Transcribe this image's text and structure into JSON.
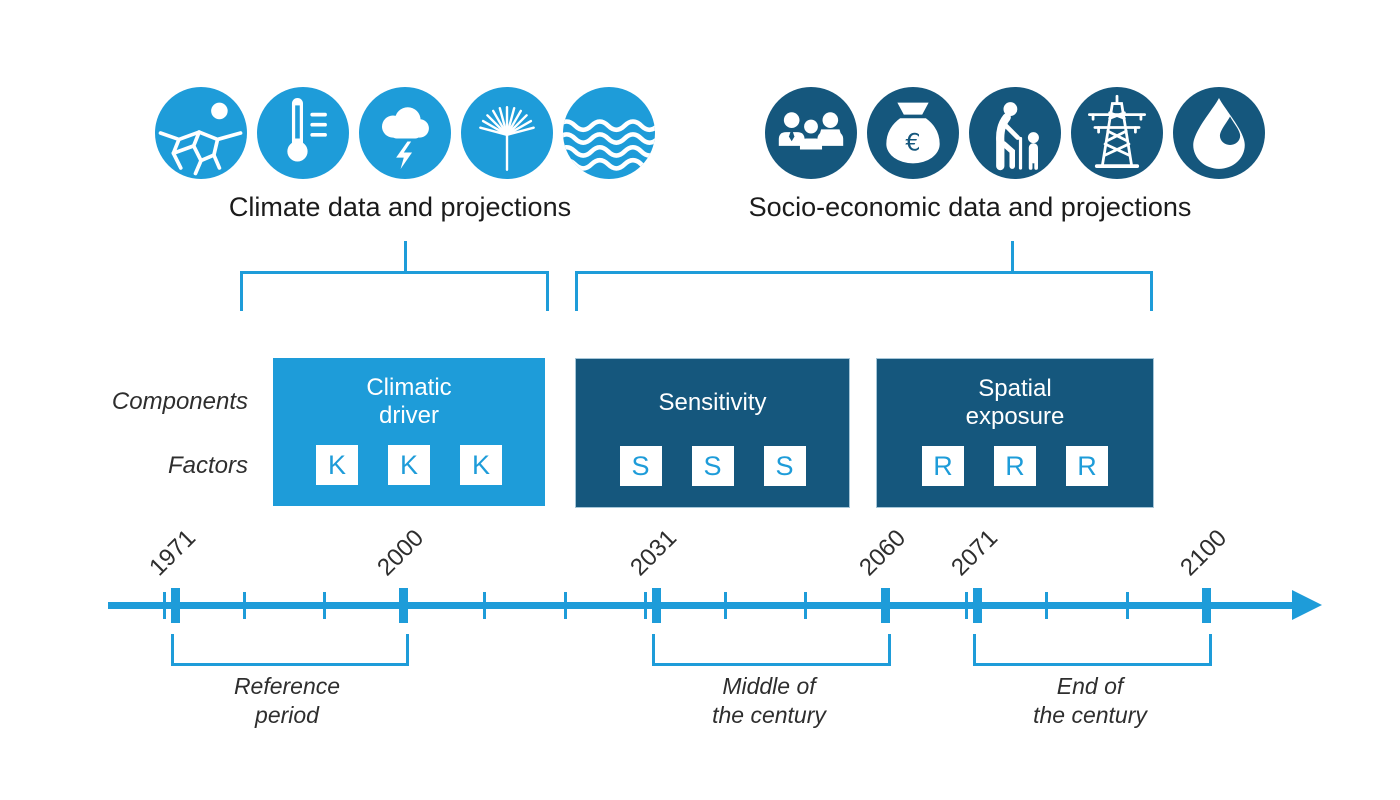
{
  "header": {
    "climate_group": {
      "label": "Climate data and projections",
      "icons": [
        "drought-icon",
        "thermometer-icon",
        "storm-icon",
        "palm-leaf-icon",
        "waves-icon"
      ]
    },
    "socio_group": {
      "label": "Socio-economic data and projections",
      "icons": [
        "population-icon",
        "money-bag-icon",
        "elderly-care-icon",
        "power-pylon-icon",
        "water-drop-icon"
      ]
    }
  },
  "row_labels": {
    "components": "Components",
    "factors": "Factors"
  },
  "boxes": [
    {
      "title": "Climatic driver",
      "factors": [
        "K",
        "K",
        "K"
      ],
      "color": "#1E9CD9"
    },
    {
      "title": "Sensitivity",
      "factors": [
        "S",
        "S",
        "S"
      ],
      "color": "#15577D"
    },
    {
      "title": "Spatial exposure",
      "factors": [
        "R",
        "R",
        "R"
      ],
      "color": "#15577D"
    }
  ],
  "money_bag_symbol": "€",
  "timeline": {
    "years": [
      "1971",
      "2000",
      "2031",
      "2060",
      "2071",
      "2100"
    ],
    "decade_ticks": [
      "1970",
      "1980",
      "1990",
      "2010",
      "2020",
      "2030",
      "2040",
      "2050",
      "2070",
      "2080",
      "2090"
    ],
    "periods": [
      {
        "label": "Reference period",
        "lines": [
          "Reference",
          "period"
        ],
        "start": "1971",
        "end": "2000"
      },
      {
        "label": "Middle of the century",
        "lines": [
          "Middle of",
          "the century"
        ],
        "start": "2031",
        "end": "2060"
      },
      {
        "label": "End of the century",
        "lines": [
          "End of",
          "the century"
        ],
        "start": "2071",
        "end": "2100"
      }
    ]
  },
  "colors": {
    "light_blue": "#1E9CD9",
    "dark_blue": "#15577D",
    "text_dark": "#1b1b1b",
    "text_gray": "#2e2e2e"
  }
}
